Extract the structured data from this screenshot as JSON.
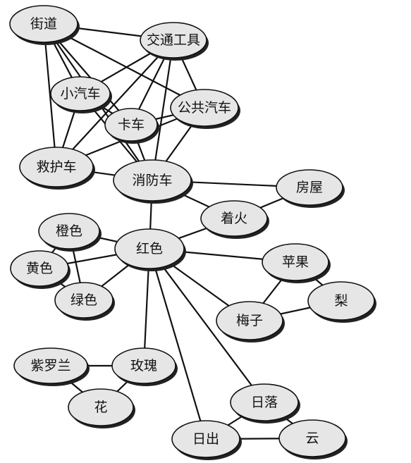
{
  "concept_map": {
    "nodes": [
      {
        "id": "street",
        "label": "街道"
      },
      {
        "id": "vehicle",
        "label": "交通工具"
      },
      {
        "id": "car",
        "label": "小汽车"
      },
      {
        "id": "bus",
        "label": "公共汽车"
      },
      {
        "id": "truck",
        "label": "卡车"
      },
      {
        "id": "ambulance",
        "label": "救护车"
      },
      {
        "id": "firetruck",
        "label": "消防车"
      },
      {
        "id": "house",
        "label": "房屋"
      },
      {
        "id": "fire",
        "label": "着火"
      },
      {
        "id": "orange",
        "label": "橙色"
      },
      {
        "id": "red",
        "label": "红色"
      },
      {
        "id": "yellow",
        "label": "黄色"
      },
      {
        "id": "green",
        "label": "绿色"
      },
      {
        "id": "apple",
        "label": "苹果"
      },
      {
        "id": "pear",
        "label": "梨"
      },
      {
        "id": "plum",
        "label": "梅子"
      },
      {
        "id": "violet",
        "label": "紫罗兰"
      },
      {
        "id": "rose",
        "label": "玫瑰"
      },
      {
        "id": "flower",
        "label": "花"
      },
      {
        "id": "sunset",
        "label": "日落"
      },
      {
        "id": "sunrise",
        "label": "日出"
      },
      {
        "id": "cloud",
        "label": "云"
      }
    ],
    "edges": [
      [
        "street",
        "vehicle"
      ],
      [
        "street",
        "car"
      ],
      [
        "street",
        "bus"
      ],
      [
        "street",
        "truck"
      ],
      [
        "street",
        "ambulance"
      ],
      [
        "street",
        "firetruck"
      ],
      [
        "vehicle",
        "car"
      ],
      [
        "vehicle",
        "bus"
      ],
      [
        "vehicle",
        "truck"
      ],
      [
        "vehicle",
        "ambulance"
      ],
      [
        "vehicle",
        "firetruck"
      ],
      [
        "car",
        "ambulance"
      ],
      [
        "car",
        "truck"
      ],
      [
        "car",
        "firetruck"
      ],
      [
        "bus",
        "truck"
      ],
      [
        "bus",
        "ambulance"
      ],
      [
        "bus",
        "firetruck"
      ],
      [
        "truck",
        "firetruck"
      ],
      [
        "ambulance",
        "firetruck"
      ],
      [
        "firetruck",
        "house"
      ],
      [
        "firetruck",
        "fire"
      ],
      [
        "firetruck",
        "red"
      ],
      [
        "fire",
        "house"
      ],
      [
        "fire",
        "red"
      ],
      [
        "red",
        "orange"
      ],
      [
        "red",
        "yellow"
      ],
      [
        "red",
        "green"
      ],
      [
        "red",
        "apple"
      ],
      [
        "red",
        "plum"
      ],
      [
        "red",
        "rose"
      ],
      [
        "red",
        "sunset"
      ],
      [
        "red",
        "sunrise"
      ],
      [
        "orange",
        "yellow"
      ],
      [
        "orange",
        "green"
      ],
      [
        "yellow",
        "green"
      ],
      [
        "apple",
        "plum"
      ],
      [
        "apple",
        "pear"
      ],
      [
        "plum",
        "pear"
      ],
      [
        "violet",
        "rose"
      ],
      [
        "violet",
        "flower"
      ],
      [
        "rose",
        "flower"
      ],
      [
        "sunset",
        "sunrise"
      ],
      [
        "sunset",
        "cloud"
      ],
      [
        "sunrise",
        "cloud"
      ]
    ]
  }
}
